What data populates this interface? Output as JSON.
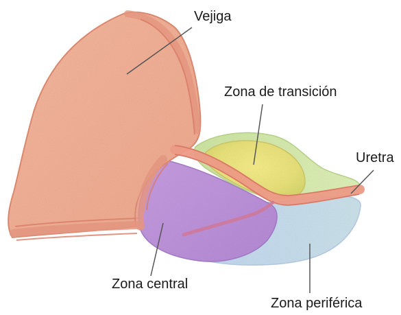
{
  "labels": {
    "vejiga": "Vejiga",
    "zona_transicion": "Zona de transición",
    "uretra": "Uretra",
    "zona_central": "Zona central",
    "zona_periferica": "Zona periférica"
  },
  "colors": {
    "bladder": "#f2b39a",
    "bladder_wall": "#e58a76",
    "transition_zone": "#f2e98a",
    "transition_outer": "#cfe6a0",
    "central_zone": "#c49ae0",
    "peripheral_zone": "#b9d6ee",
    "urethra": "#ec9a86",
    "leader_line": "#555555"
  }
}
